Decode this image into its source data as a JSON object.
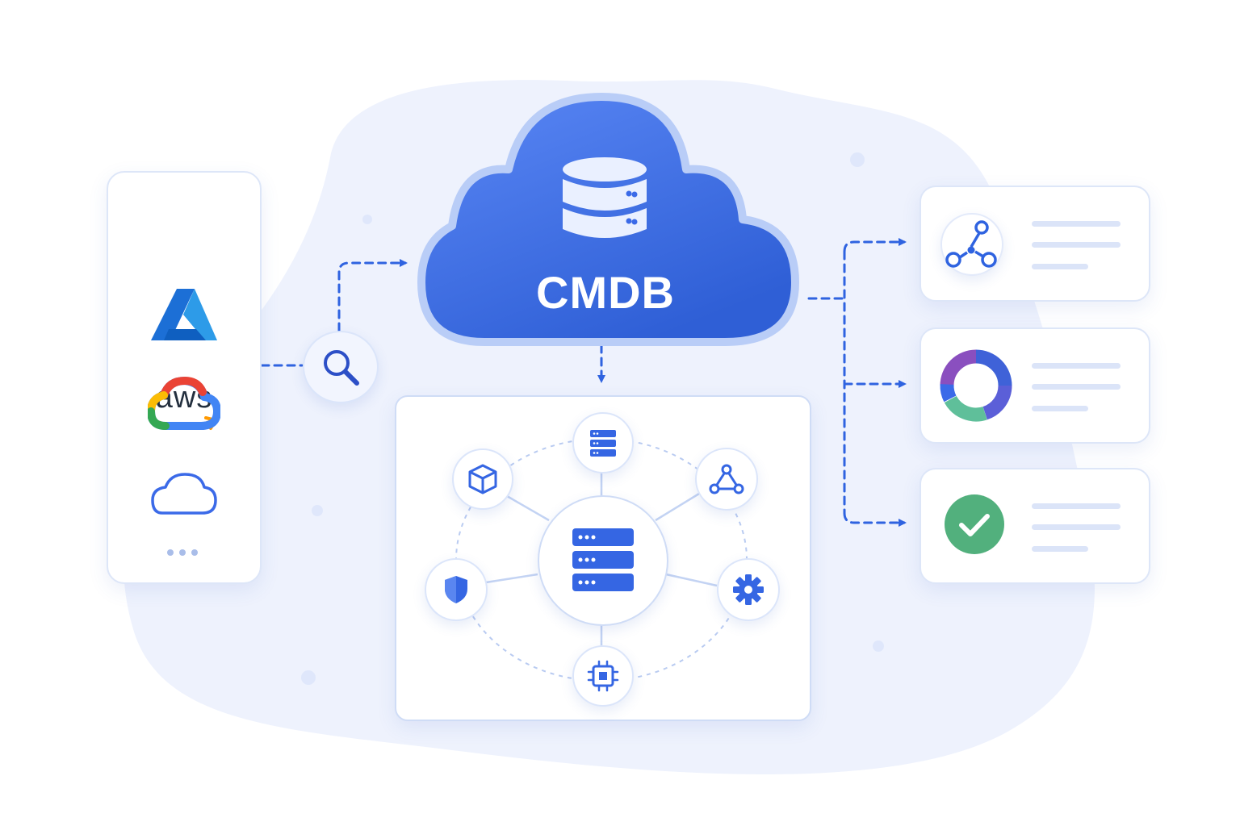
{
  "cmdb": {
    "label": "CMDB"
  },
  "providers": {
    "items": [
      {
        "name": "aws",
        "text": "aws",
        "icon": "aws-logo"
      },
      {
        "name": "azure",
        "icon": "azure-logo"
      },
      {
        "name": "google-cloud",
        "icon": "google-cloud-logo"
      },
      {
        "name": "generic-cloud",
        "icon": "cloud-outline-icon"
      },
      {
        "name": "more",
        "icon": "more-dots-icon"
      }
    ]
  },
  "discovery": {
    "icon": "search-icon"
  },
  "topology": {
    "hub_icon": "server-stack-icon",
    "nodes": [
      "database-icon",
      "triangle-network-icon",
      "gear-icon",
      "chip-icon",
      "shield-icon",
      "cube-icon"
    ]
  },
  "outputs": [
    {
      "icon": "network-graph-icon"
    },
    {
      "icon": "donut-chart-icon"
    },
    {
      "icon": "check-circle-icon"
    }
  ],
  "colors": {
    "primary": "#3b6ae8",
    "cloud_top": "#5a87f5",
    "cloud_bottom": "#2f5fd6",
    "background_blob": "#eef2fd",
    "donut_purple": "#8a4fbf",
    "donut_blue": "#3f62d8",
    "donut_green": "#5fbf9a",
    "success_green": "#52b07d"
  }
}
